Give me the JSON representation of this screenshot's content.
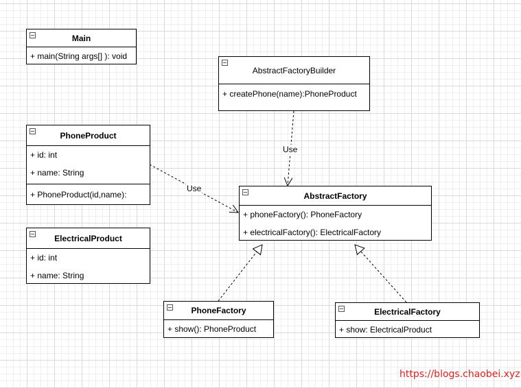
{
  "classes": {
    "main": {
      "name": "Main",
      "methods": [
        "+ main(String args[] ): void"
      ]
    },
    "builder": {
      "name": "AbstractFactoryBuilder",
      "methods": [
        "+ createPhone(name):PhoneProduct"
      ]
    },
    "phone_product": {
      "name": "PhoneProduct",
      "fields": [
        "+ id: int",
        "+ name: String"
      ],
      "methods": [
        "+ PhoneProduct(id,name):"
      ]
    },
    "electrical_product": {
      "name": "ElectricalProduct",
      "fields": [
        "+ id: int",
        "+ name: String"
      ]
    },
    "abstract_factory": {
      "name": "AbstractFactory",
      "methods": [
        "+ phoneFactory(): PhoneFactory",
        "+ electricalFactory(): ElectricalFactory"
      ]
    },
    "phone_factory": {
      "name": "PhoneFactory",
      "methods": [
        "+ show(): PhoneProduct"
      ]
    },
    "electrical_factory": {
      "name": "ElectricalFactory",
      "methods": [
        "+ show: ElectricalProduct"
      ]
    }
  },
  "connectors": {
    "builder_use_label": "Use",
    "phone_product_use_label": "Use"
  },
  "watermark": "https://blogs.chaobei.xyz"
}
